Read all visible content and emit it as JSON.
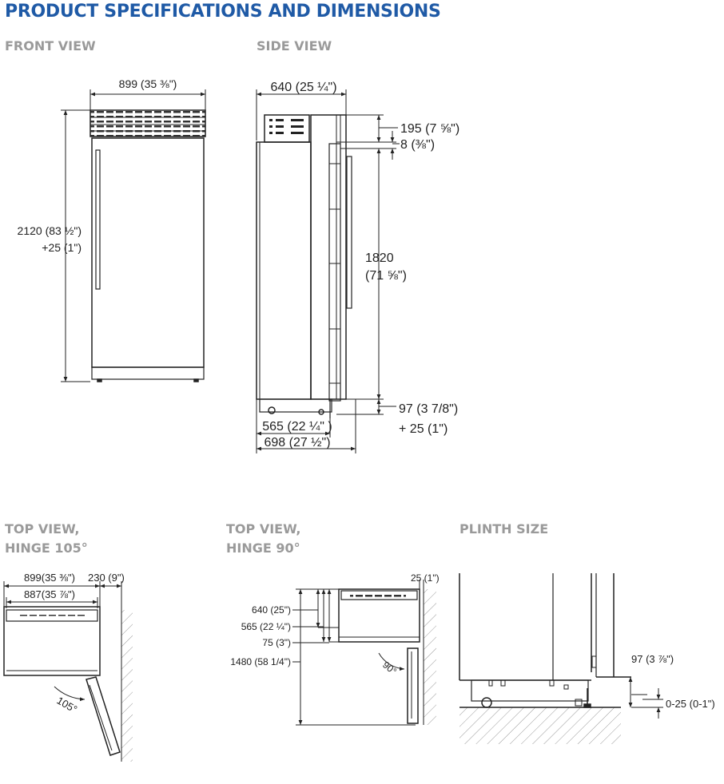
{
  "title": "PRODUCT SPECIFICATIONS AND DIMENSIONS",
  "sections": {
    "front": "FRONT VIEW",
    "side": "SIDE VIEW",
    "top105_line1": "TOP VIEW,",
    "top105_line2": "HINGE 105°",
    "top90_line1": "TOP VIEW,",
    "top90_line2": "HINGE 90°",
    "plinth": "PLINTH SIZE"
  },
  "front_view": {
    "width": "899 (35 ⅜\")",
    "height_line1": "2120 (83 ½\")",
    "height_line2": "+25 (1\")"
  },
  "side_view": {
    "depth_top": "640 (25 ¼\")",
    "grille": "195 (7 ⅝\")",
    "gap": "8 (⅜\")",
    "door_line1": "1820",
    "door_line2": "(71 ⅝\")",
    "plinth_line1": "97 (3 7/8\")",
    "plinth_line2": "+ 25 (1\")",
    "depth_cabinet": "565 (22 ¼\" )",
    "depth_total": "698 (27 ½\")"
  },
  "top_105": {
    "width_outer": "899(35 ⅜\")",
    "width_inner": "887(35 ⅞\")",
    "clearance": "230 (9\")",
    "angle": "105°"
  },
  "top_90": {
    "side_gap": "25 (1\")",
    "d640": "640 (25\")",
    "d565": "565 (22 ¼\")",
    "d75": "75 (3\")",
    "d1480": "1480 (58 1/4\")",
    "angle": "90°"
  },
  "plinth_size": {
    "height": "97 (3 ⅞\")",
    "adjust": "0-25 (0-1\")"
  }
}
